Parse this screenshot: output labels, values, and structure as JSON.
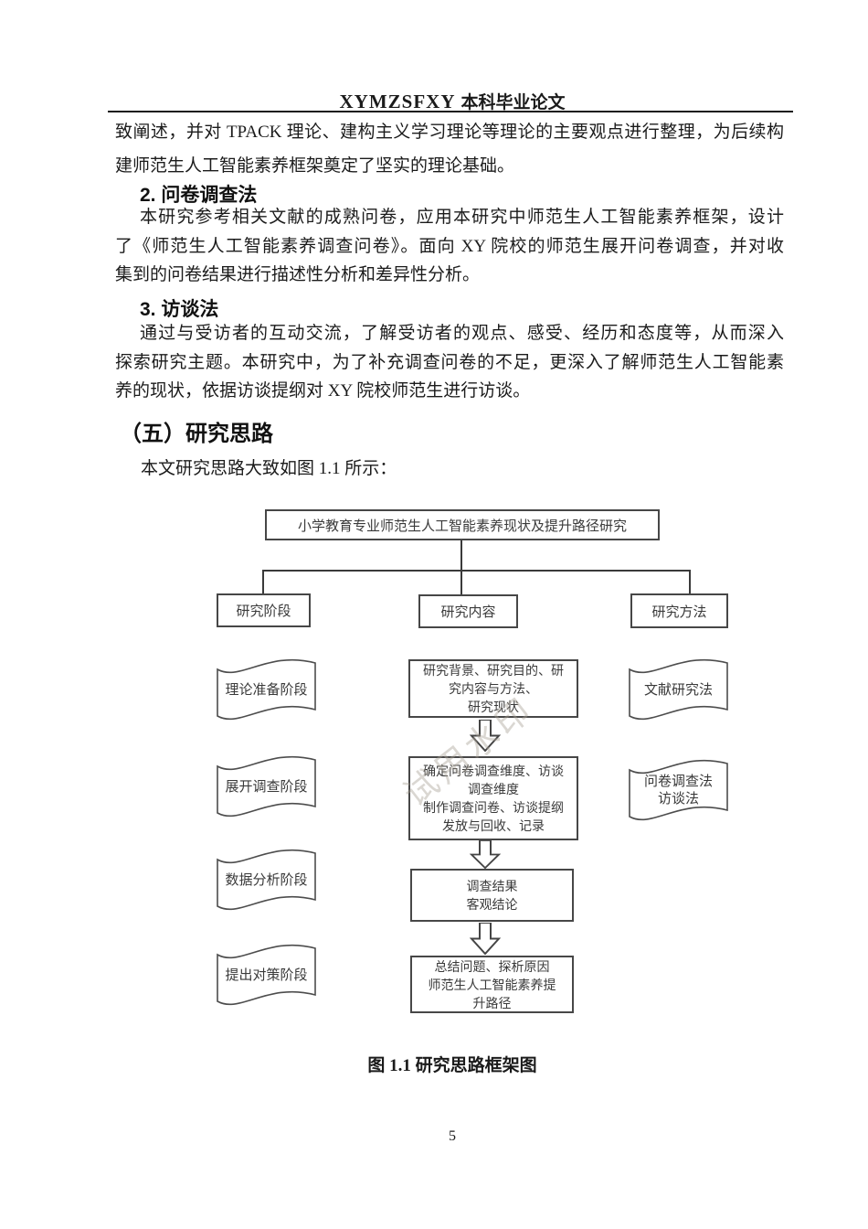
{
  "header": {
    "title_latin": "XYMZSFXY",
    "title_cn": "本科毕业论文"
  },
  "body": {
    "para_continuation": [
      "致阐述，并对 TPACK 理论、建构主义学习理论等理论的主要观点进行整理，为后续构",
      "建师范生人工智能素养框架奠定了坚实的理论基础。"
    ],
    "heading_survey": "2. 问卷调查法",
    "para_survey": [
      "本研究参考相关文献的成熟问卷，应用本研究中师范生人工智能素养框架，设计",
      "了《师范生人工智能素养调查问卷》。面向 XY 院校的师范生展开问卷调查，并对收",
      "集到的问卷结果进行描述性分析和差异性分析。"
    ],
    "heading_interview": "3. 访谈法",
    "para_interview": [
      "通过与受访者的互动交流，了解受访者的观点、感受、经历和态度等，从而深入",
      "探索研究主题。本研究中，为了补充调查问卷的不足，更深入了解师范生人工智能素",
      "养的现状，依据访谈提纲对 XY 院校师范生进行访谈。"
    ],
    "heading_five": "（五）研究思路",
    "lead_line": "本文研究思路大致如图 1.1 所示："
  },
  "figure": {
    "watermark": "试用水印",
    "root": "小学教育专业师范生人工智能素养现状及提升路径研究",
    "branch_stage": "研究阶段",
    "branch_content": "研究内容",
    "branch_method": "研究方法",
    "stages": [
      "理论准备阶段",
      "展开调查阶段",
      "数据分析阶段",
      "提出对策阶段"
    ],
    "content_steps": [
      [
        "研究背景、研究目的、研",
        "究内容与方法、",
        "研究现状"
      ],
      [
        "确定问卷调查维度、访谈",
        "调查维度",
        "制作调查问卷、访谈提纲",
        "发放与回收、记录"
      ],
      [
        "调查结果",
        "客观结论"
      ],
      [
        "总结问题、探析原因",
        "师范生人工智能素养提",
        "升路径"
      ]
    ],
    "methods": [
      [
        "文献研究法"
      ],
      [
        "问卷调查法",
        "访谈法"
      ]
    ],
    "caption": "图 1.1 研究思路框架图"
  },
  "footer": {
    "page_number": "5"
  },
  "colors": {
    "text": "#1b1b1b",
    "diagram_line": "#474747",
    "diagram_text": "#3a3a3a",
    "watermark": "rgba(167,160,148,0.42)"
  }
}
